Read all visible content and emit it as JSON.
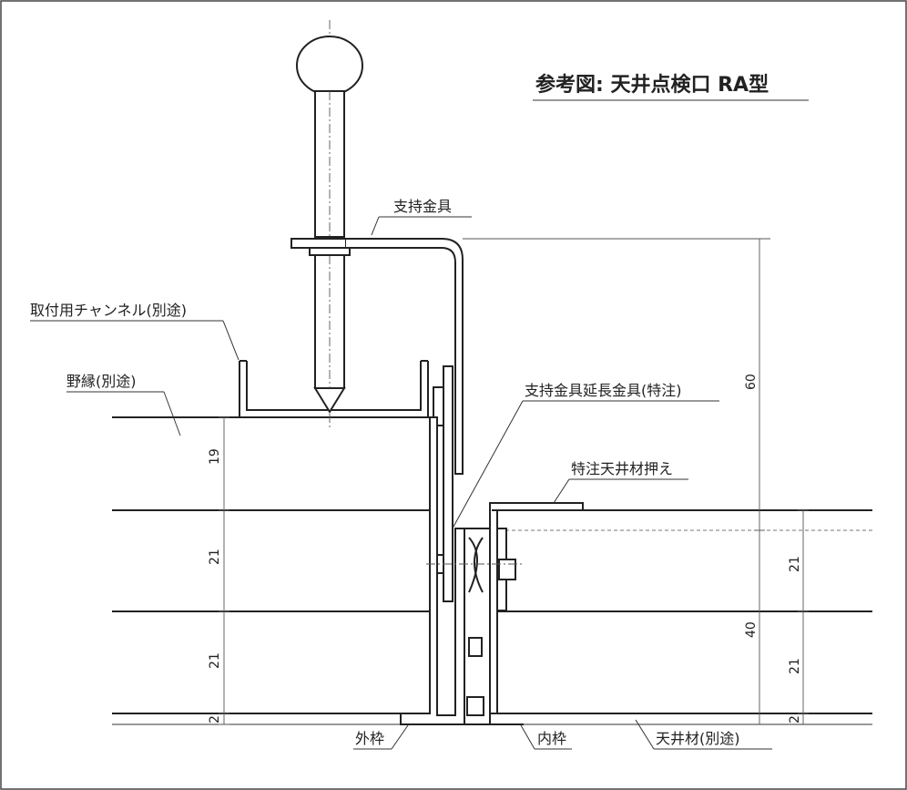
{
  "title": "参考図: 天井点検口 RA型",
  "labels": {
    "support_bracket": "支持金具",
    "mounting_channel": "取付用チャンネル(別途)",
    "nobuchi": "野縁(別途)",
    "extension_bracket": "支持金具延長金具(特注)",
    "ceiling_retainer": "特注天井材押え",
    "outer_frame": "外枠",
    "inner_frame": "内枠",
    "ceiling_material": "天井材(別途)"
  },
  "dimensions": {
    "left": [
      "19",
      "21",
      "21",
      "2"
    ],
    "right_outer": [
      "60",
      "40"
    ],
    "right_inner": [
      "21",
      "21",
      "2"
    ]
  }
}
